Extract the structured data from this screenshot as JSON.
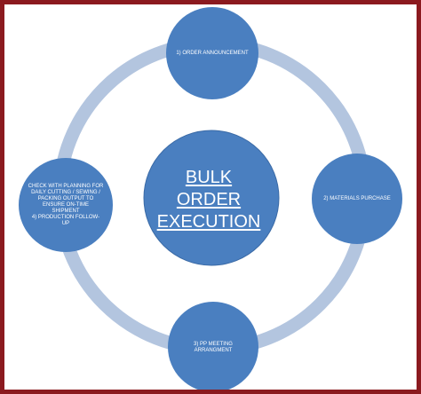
{
  "diagram": {
    "center": {
      "lines": [
        "BULK",
        "ORDER",
        "EXECUTION"
      ]
    },
    "nodes": {
      "top": {
        "lines": [
          "1) ORDER ANNOUNCEMENT"
        ]
      },
      "right": {
        "lines": [
          "2) MATERIALS PURCHASE"
        ]
      },
      "bottom": {
        "lines": [
          "3) PP MEETING",
          "ARRANGMENT"
        ]
      },
      "left": {
        "lines": [
          "CHECK WITH PLANNING FOR",
          "DAILY CUTTING / SEWING /",
          "PACKING OUTPUT TO",
          "ENSURE ON-TIME",
          "SHIPMENT",
          "4) PRODUCTION FOLLOW-",
          "UP"
        ]
      }
    },
    "colors": {
      "node_fill": "#4a7fc0",
      "node_stroke": "#3a6aa6",
      "ring": "#b3c5df",
      "frame_border": "#8b1a1f"
    }
  }
}
